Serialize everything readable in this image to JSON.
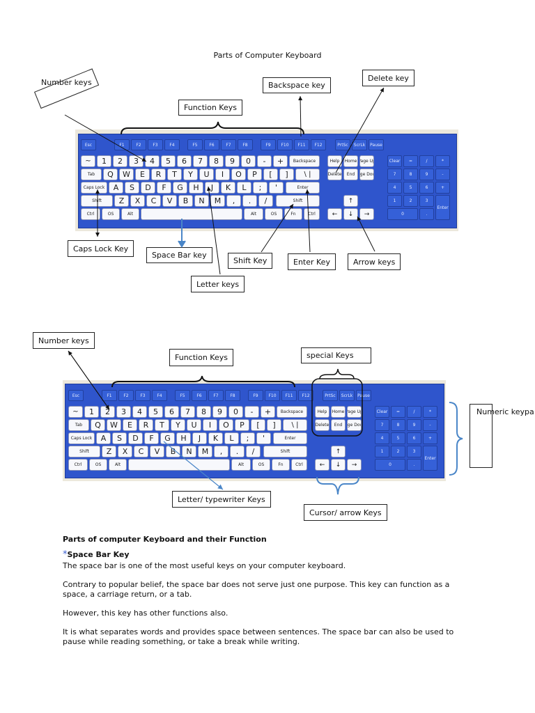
{
  "title": "Parts of Computer Keyboard",
  "diagram1": {
    "labels": {
      "number_keys": "Number keys",
      "backspace": "Backspace key",
      "delete": "Delete key",
      "function_keys": "Function Keys",
      "caps_lock": "Caps Lock Key",
      "space_bar": "Space Bar key",
      "shift": "Shift Key",
      "enter": "Enter Key",
      "arrow": "Arrow keys",
      "letter": "Letter keys"
    }
  },
  "diagram2": {
    "labels": {
      "number_keys": "Number keys",
      "function_keys": "Function Keys",
      "special": "special Keys",
      "numeric": "Numeric keypa",
      "letter": "Letter/ typewriter Keys",
      "cursor": "Cursor/ arrow Keys"
    }
  },
  "keyboard": {
    "fkeys": [
      "Esc",
      "F1",
      "F2",
      "F3",
      "F4",
      "F5",
      "F6",
      "F7",
      "F8",
      "F9",
      "F10",
      "F11",
      "F12"
    ],
    "special": [
      "PrtSc",
      "ScrLk",
      "Pause"
    ],
    "row1": [
      "~",
      "1",
      "2",
      "3",
      "4",
      "5",
      "6",
      "7",
      "8",
      "9",
      "0",
      "-",
      "+",
      "Backspace"
    ],
    "row2": [
      "Tab",
      "Q",
      "W",
      "E",
      "R",
      "T",
      "Y",
      "U",
      "I",
      "O",
      "P",
      "[",
      "]",
      "\\ |"
    ],
    "row3": [
      "Caps Lock",
      "A",
      "S",
      "D",
      "F",
      "G",
      "H",
      "J",
      "K",
      "L",
      ";",
      "'",
      "Enter"
    ],
    "row4": [
      "Shift",
      "Z",
      "X",
      "C",
      "V",
      "B",
      "N",
      "M",
      ",",
      ".",
      "/",
      "Shift"
    ],
    "row5": [
      "Ctrl",
      "OS",
      "Alt",
      "",
      "Alt",
      "OS",
      "Fn",
      "Ctrl"
    ],
    "nav1": [
      "Help",
      "Home",
      "Page Up"
    ],
    "nav2": [
      "Delete",
      "End",
      "Page Down"
    ],
    "arrows": [
      "↑",
      "←",
      "↓",
      "→"
    ],
    "numpad": [
      "Clear",
      "=",
      "/",
      "*",
      "7",
      "8",
      "9",
      "-",
      "4",
      "5",
      "6",
      "+",
      "1",
      "2",
      "3",
      "Enter",
      "0",
      "."
    ]
  },
  "content": {
    "heading": "Parts of computer Keyboard and their Function",
    "bullet": "*",
    "subheading": "Space Bar Key",
    "p1": "The space bar is one of the most useful keys on your computer keyboard.",
    "p2": "Contrary to popular belief, the space bar does not serve just one purpose. This key can function as a space, a carriage return, or a tab.",
    "p3": "However, this key has other functions also.",
    "p4": "It is what separates words and provides space between sentences. The space bar can also be used to pause while reading something, or take a break while writing."
  }
}
